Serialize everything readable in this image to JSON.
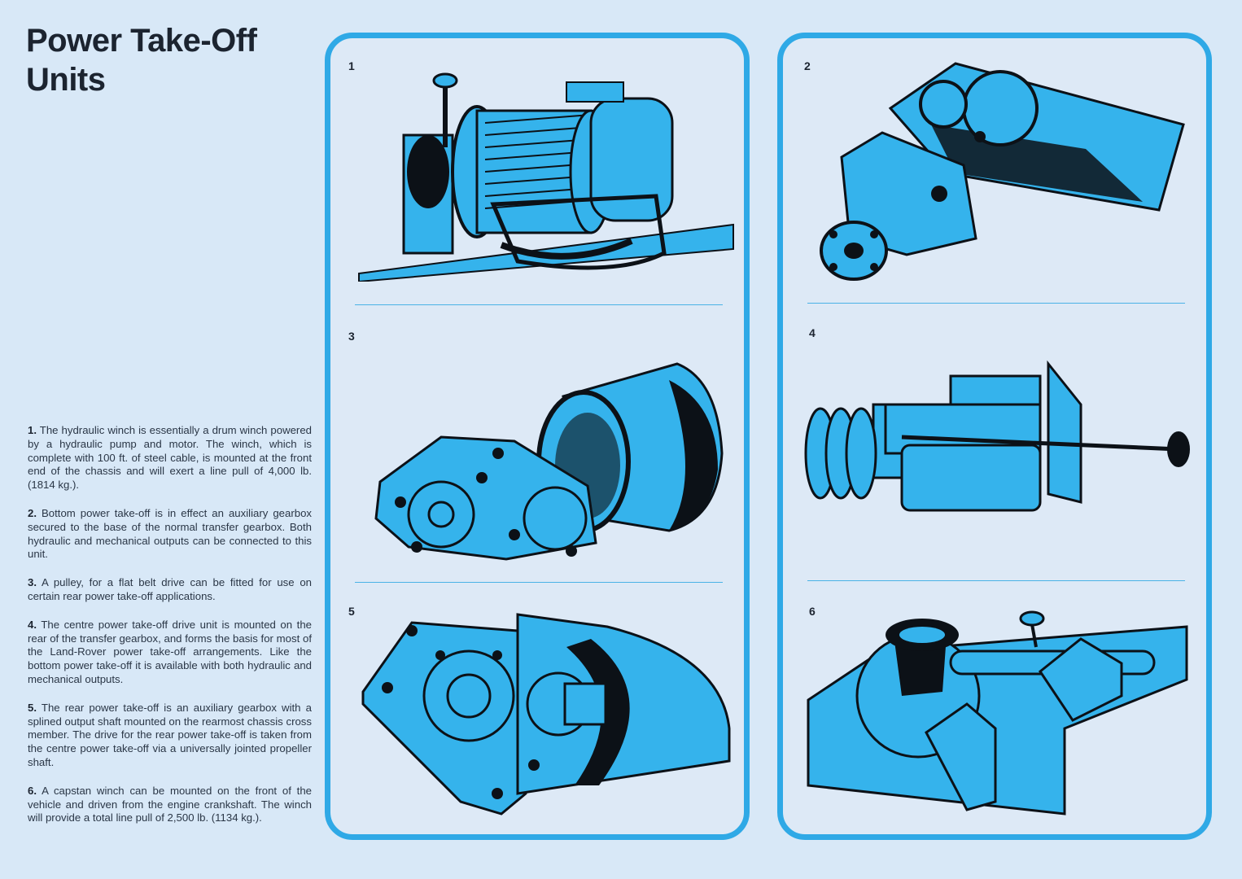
{
  "page": {
    "title_line1": "Power Take-Off",
    "title_line2": "Units"
  },
  "notes": [
    {
      "num": "1.",
      "text": "The hydraulic winch is essentially a drum winch powered by a hydraulic pump and motor. The winch, which is complete with 100 ft. of steel cable, is mounted at the front end of the chassis and will exert a line pull of 4,000 lb. (1814 kg.)."
    },
    {
      "num": "2.",
      "text": "Bottom power take-off is in effect an auxiliary gearbox secured to the base of the normal transfer gearbox. Both hydraulic and mechanical outputs can be connected to this unit."
    },
    {
      "num": "3.",
      "text": "A pulley, for a flat belt drive can be fitted for use on certain rear power take-off applications."
    },
    {
      "num": "4.",
      "text": "The centre power take-off drive unit is mounted on the rear of the transfer gearbox, and forms the basis for most of the Land-Rover power take-off arrangements. Like the bottom power take-off it is available with both hydraulic and mechanical outputs."
    },
    {
      "num": "5.",
      "text": "The rear power take-off is an auxiliary gearbox with a splined output shaft mounted on the rearmost chassis cross member. The drive for the rear power take-off is taken from the centre power take-off via a universally jointed propeller shaft."
    },
    {
      "num": "6.",
      "text": "A capstan winch can be mounted on the front of the vehicle and driven from the engine crankshaft. The winch will provide a total line pull of 2,500 lb. (1134 kg.)."
    }
  ],
  "figures": [
    {
      "label": "1"
    },
    {
      "label": "2"
    },
    {
      "label": "3"
    },
    {
      "label": "4"
    },
    {
      "label": "5"
    },
    {
      "label": "6"
    }
  ],
  "colors": {
    "accent": "#2fa9e6",
    "illustration_fill": "#35b3ec",
    "ink": "#0c1117",
    "background": "#d8e8f7"
  }
}
